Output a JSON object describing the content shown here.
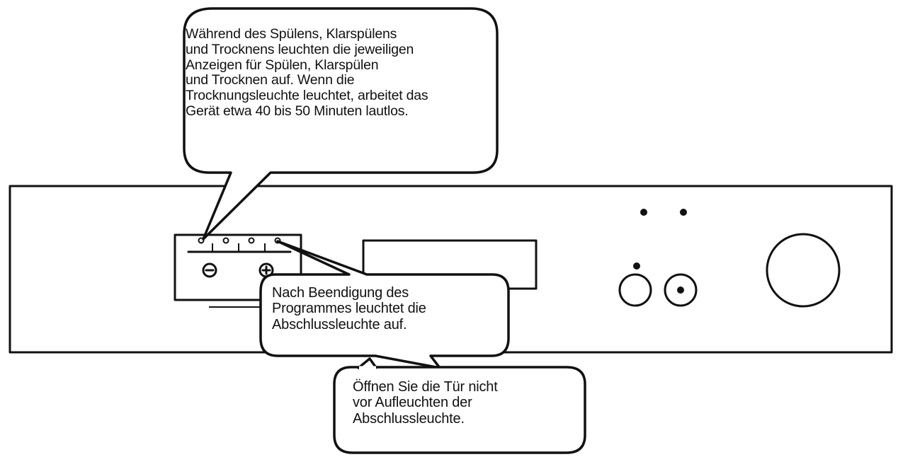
{
  "callouts": {
    "drying": "Während des Spülens, Klarspülens\nund Trocknens leuchten die jeweiligen\nAnzeigen für Spülen, Klarspülen\nund Trocknen auf. Wenn die\nTrocknungsleuchte leuchtet, arbeitet das\nGerät etwa 40 bis 50 Minuten lautlos.",
    "finish": "Nach Beendigung des\nProgrammes leuchtet die\nAbschlussleuchte auf.",
    "door": "Öffnen Sie die Tür nicht\nvor Aufleuchten der\nAbschlussleuchte."
  },
  "icons": {
    "minus": "minus-icon",
    "plus": "plus-icon"
  }
}
